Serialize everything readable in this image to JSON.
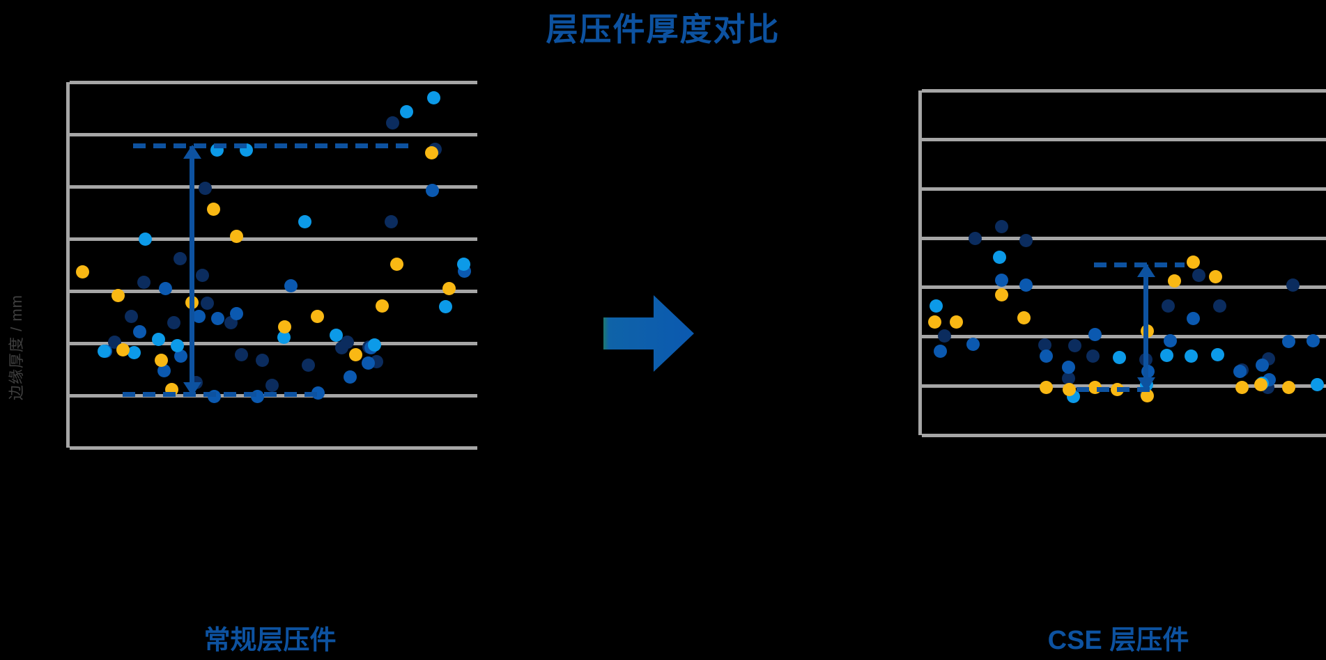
{
  "title": "层压件厚度对比",
  "y_axis_label": "边缘厚度 / mm",
  "colors": {
    "brand_blue": "#0d52a0",
    "gridline_gray": "#a6a6a6",
    "marker_navy": "#0b2c5e",
    "marker_blue": "#0b59b0",
    "marker_cyan": "#0c9ae8",
    "marker_amber": "#f9b814",
    "background": "#000000",
    "process_arrow": "#0b59b0"
  },
  "process_arrow": {
    "icon": "right-arrow-icon",
    "direction": "right"
  },
  "panels": {
    "left": {
      "caption": "常规层压件"
    },
    "right": {
      "caption": "CSE 层压件"
    }
  },
  "chart_data": [
    {
      "type": "scatter",
      "title": "常规层压件",
      "xlabel": "",
      "ylabel": "边缘厚度 / mm",
      "grid": true,
      "gridlines_y": [
        0,
        1,
        2,
        3,
        4,
        5,
        6,
        7
      ],
      "xlim": [
        0,
        100
      ],
      "ylim": [
        0,
        7
      ],
      "annotation": {
        "type": "range-arrow",
        "label": "spread",
        "upper_y": 5.78,
        "lower_y": 1.02,
        "arrow_x": 30
      },
      "series": [
        {
          "name": "navy",
          "color": "#0b2c5e",
          "points": [
            [
              79.2,
              6.22
            ],
            [
              89.7,
              5.72
            ],
            [
              33.2,
              4.97
            ],
            [
              78.9,
              4.33
            ],
            [
              27.1,
              3.62
            ],
            [
              32.6,
              3.3
            ],
            [
              18.2,
              3.17
            ],
            [
              33.7,
              2.77
            ],
            [
              15.2,
              2.52
            ],
            [
              25.5,
              2.4
            ],
            [
              39.5,
              2.4
            ],
            [
              11.0,
              2.02
            ],
            [
              42.2,
              1.78
            ],
            [
              47.3,
              1.68
            ],
            [
              75.3,
              1.65
            ],
            [
              31.0,
              1.25
            ],
            [
              49.7,
              1.2
            ],
            [
              58.5,
              1.58
            ],
            [
              66.8,
              1.92
            ],
            [
              68.2,
              2.02
            ],
            [
              73.5,
              1.93
            ]
          ]
        },
        {
          "name": "blue",
          "color": "#0b59b0",
          "points": [
            [
              89.0,
              4.93
            ],
            [
              96.8,
              3.38
            ],
            [
              23.5,
              3.05
            ],
            [
              17.2,
              2.22
            ],
            [
              8.8,
              1.85
            ],
            [
              27.2,
              1.75
            ],
            [
              31.7,
              2.52
            ],
            [
              36.3,
              2.47
            ],
            [
              41.0,
              2.57
            ],
            [
              68.8,
              1.35
            ],
            [
              73.2,
              1.62
            ],
            [
              74.0,
              1.92
            ],
            [
              54.2,
              3.1
            ],
            [
              23.2,
              1.48
            ],
            [
              46.0,
              0.98
            ],
            [
              61.0,
              1.05
            ],
            [
              35.5,
              0.98
            ]
          ]
        },
        {
          "name": "cyan",
          "color": "#0c9ae8",
          "points": [
            [
              82.7,
              6.43
            ],
            [
              89.3,
              6.7
            ],
            [
              36.2,
              5.7
            ],
            [
              43.4,
              5.7
            ],
            [
              57.7,
              4.33
            ],
            [
              18.5,
              4.0
            ],
            [
              96.6,
              3.52
            ],
            [
              8.5,
              1.85
            ],
            [
              15.8,
              1.82
            ],
            [
              26.4,
              1.95
            ],
            [
              21.8,
              2.07
            ],
            [
              52.6,
              2.12
            ],
            [
              65.3,
              2.15
            ],
            [
              74.8,
              1.97
            ],
            [
              92.2,
              2.7
            ]
          ]
        },
        {
          "name": "amber",
          "color": "#f9b814",
          "points": [
            [
              88.8,
              5.65
            ],
            [
              35.3,
              4.57
            ],
            [
              41.0,
              4.05
            ],
            [
              3.2,
              3.37
            ],
            [
              80.2,
              3.52
            ],
            [
              93.0,
              3.05
            ],
            [
              11.8,
              2.92
            ],
            [
              30.0,
              2.78
            ],
            [
              76.7,
              2.72
            ],
            [
              60.8,
              2.52
            ],
            [
              52.8,
              2.32
            ],
            [
              70.2,
              1.78
            ],
            [
              13.0,
              1.88
            ],
            [
              22.5,
              1.68
            ],
            [
              25.0,
              1.12
            ]
          ]
        }
      ]
    },
    {
      "type": "scatter",
      "title": "CSE 层压件",
      "xlabel": "",
      "ylabel": "边缘厚度 / mm",
      "grid": true,
      "gridlines_y": [
        0,
        1,
        2,
        3,
        4,
        5,
        6,
        7
      ],
      "xlim": [
        0,
        100
      ],
      "ylim": [
        0,
        7
      ],
      "annotation": {
        "type": "range-arrow",
        "label": "spread",
        "upper_y": 3.46,
        "lower_y": 0.92,
        "arrow_x": 55
      },
      "series": [
        {
          "name": "navy",
          "color": "#0b2c5e",
          "points": [
            [
              19.5,
              4.23
            ],
            [
              13.0,
              4.0
            ],
            [
              25.5,
              3.95
            ],
            [
              68.0,
              3.25
            ],
            [
              91.0,
              3.05
            ],
            [
              60.5,
              2.62
            ],
            [
              73.0,
              2.62
            ],
            [
              5.5,
              2.02
            ],
            [
              30.2,
              1.83
            ],
            [
              37.5,
              1.82
            ],
            [
              42.0,
              1.6
            ],
            [
              55.0,
              1.53
            ],
            [
              36.0,
              1.15
            ],
            [
              78.5,
              1.32
            ],
            [
              85.0,
              1.55
            ],
            [
              84.8,
              0.97
            ],
            [
              55.2,
              0.83
            ]
          ]
        },
        {
          "name": "blue",
          "color": "#0b59b0",
          "points": [
            [
              19.5,
              3.15
            ],
            [
              25.5,
              3.05
            ],
            [
              12.5,
              1.85
            ],
            [
              30.5,
              1.6
            ],
            [
              42.5,
              2.05
            ],
            [
              36.0,
              1.38
            ],
            [
              66.5,
              2.37
            ],
            [
              4.5,
              1.7
            ],
            [
              61.0,
              1.92
            ],
            [
              78.0,
              1.3
            ],
            [
              83.5,
              1.42
            ],
            [
              90.0,
              1.9
            ],
            [
              96.0,
              1.92
            ],
            [
              85.2,
              1.13
            ],
            [
              55.5,
              1.3
            ]
          ]
        },
        {
          "name": "cyan",
          "color": "#0c9ae8",
          "points": [
            [
              19.0,
              3.62
            ],
            [
              3.5,
              2.62
            ],
            [
              48.5,
              1.58
            ],
            [
              72.5,
              1.63
            ],
            [
              60.0,
              1.62
            ],
            [
              66.0,
              1.6
            ],
            [
              83.5,
              1.05
            ],
            [
              97.0,
              1.03
            ],
            [
              55.2,
              1.03
            ],
            [
              37.2,
              0.78
            ]
          ]
        },
        {
          "name": "amber",
          "color": "#f9b814",
          "points": [
            [
              66.5,
              3.52
            ],
            [
              72.0,
              3.22
            ],
            [
              62.0,
              3.13
            ],
            [
              19.5,
              2.85
            ],
            [
              25.0,
              2.38
            ],
            [
              3.2,
              2.3
            ],
            [
              8.5,
              2.3
            ],
            [
              55.3,
              2.12
            ],
            [
              30.5,
              0.97
            ],
            [
              36.2,
              0.92
            ],
            [
              42.5,
              0.97
            ],
            [
              48.0,
              0.92
            ],
            [
              55.3,
              0.8
            ],
            [
              78.5,
              0.97
            ],
            [
              83.2,
              1.02
            ],
            [
              90.0,
              0.97
            ]
          ]
        }
      ]
    }
  ]
}
